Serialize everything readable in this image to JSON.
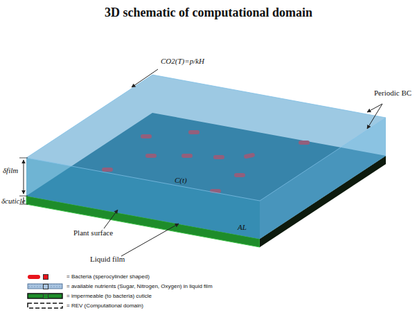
{
  "diagram": {
    "title": "3D schematic of computational domain",
    "labels": [
      "CO2(T)=p/kH",
      "Periodic BC",
      "δfilm",
      "δcuticle",
      "C(t)",
      "AL",
      "Plant surface",
      "Liquid film"
    ],
    "legend": [
      {
        "text": "= Bacteria (sperocylinder shaped)",
        "color": "#e8141c"
      },
      {
        "text": "= available nutrients (Sugar, Nitrogen, Oxygen) in liquid film",
        "color": "#a9c4e0"
      },
      {
        "text": "= impermeable (to bacteria) cuticle",
        "color": "#1e8c2a"
      },
      {
        "text": "= REV (Computational domain)"
      }
    ]
  }
}
